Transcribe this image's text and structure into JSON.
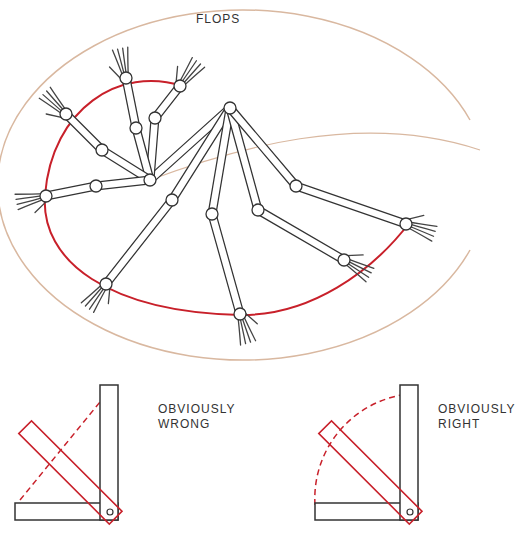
{
  "diagram": {
    "labels": [
      "FLOPS",
      "OBVIOUSLY WRONG",
      "OBVIOUSLY RIGHT"
    ]
  }
}
